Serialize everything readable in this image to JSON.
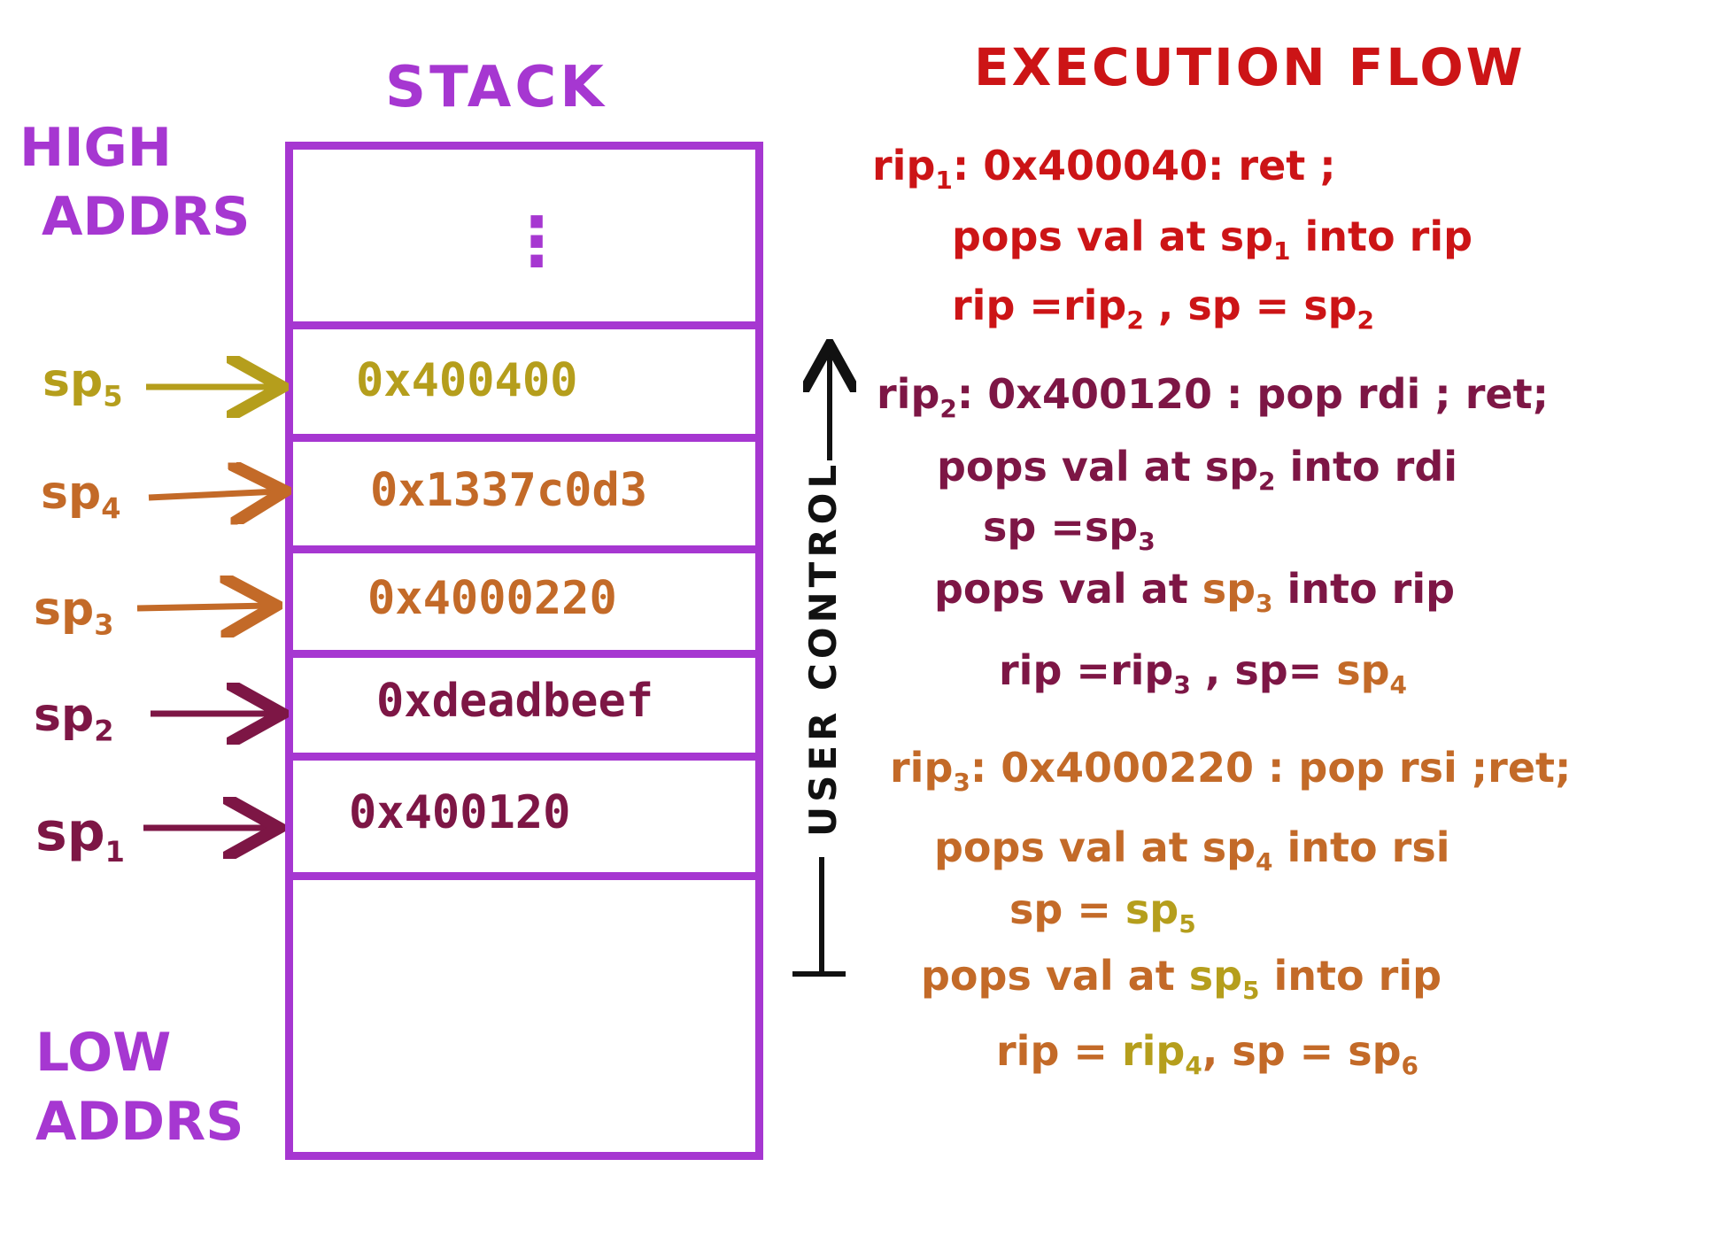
{
  "colors": {
    "purple": "#a637d1",
    "gold": "#b59e1c",
    "orange": "#c36a28",
    "maroon": "#7d1645",
    "red": "#cc1416",
    "black": "#111111"
  },
  "stack": {
    "title": "STACK",
    "high_label_1": "HIGH",
    "high_label_2": "ADDRS",
    "low_label_1": "LOW",
    "low_label_2": "ADDRS",
    "top_cell": "⋮",
    "cells": [
      "0x400400",
      "0x1337c0d3",
      "0x4000220",
      "0xdeadbeef",
      "0x400120"
    ]
  },
  "pointers": {
    "sp5": {
      "base": "sp",
      "sub": "5"
    },
    "sp4": {
      "base": "sp",
      "sub": "4"
    },
    "sp3": {
      "base": "sp",
      "sub": "3"
    },
    "sp2": {
      "base": "sp",
      "sub": "2"
    },
    "sp1": {
      "base": "sp",
      "sub": "1"
    }
  },
  "user_control": "USER CONTROL",
  "flow": {
    "title": "EXECUTION FLOW",
    "b1": {
      "head_base": "rip",
      "head_sub": "1",
      "head_rest": ": 0x400040: ret ;",
      "l1_a": "pops val at sp",
      "l1_sub": "1",
      "l1_b": " into rip",
      "l2_a": "rip =rip",
      "l2_sub": "2",
      "l2_b": " , sp = sp",
      "l2_sub2": "2"
    },
    "b2": {
      "head_base": "rip",
      "head_sub": "2",
      "head_rest": ": 0x400120 : pop rdi ; ret;",
      "l1_a": "pops val at sp",
      "l1_sub": "2",
      "l1_b": " into rdi",
      "l2_a": "sp =sp",
      "l2_sub": "3",
      "l3_a": "pops val at ",
      "l3_b": "sp",
      "l3_sub": "3",
      "l3_c": " into rip",
      "l4_a": "rip =rip",
      "l4_sub": "3",
      "l4_b": " , sp= ",
      "l4_c": "sp",
      "l4_sub2": "4"
    },
    "b3": {
      "head_base": "rip",
      "head_sub": "3",
      "head_rest": ": 0x4000220 : pop rsi ;ret;",
      "l1_a": "pops val at sp",
      "l1_sub": "4",
      "l1_b": " into rsi",
      "l2_a": "sp = ",
      "l2_b": "sp",
      "l2_sub": "5",
      "l3_a": "pops val at ",
      "l3_b": "sp",
      "l3_sub": "5",
      "l3_c": " into rip",
      "l4_a": "rip = ",
      "l4_b": "rip",
      "l4_sub": "4",
      "l4_c": ", sp = sp",
      "l4_sub2": "6"
    }
  }
}
